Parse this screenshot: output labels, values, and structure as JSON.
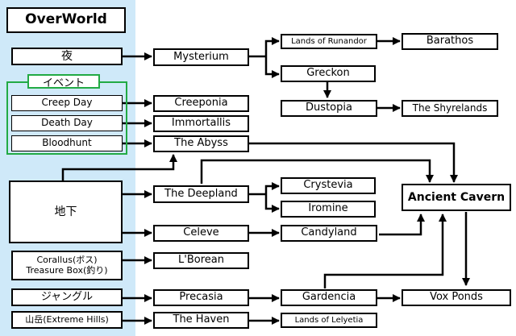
{
  "title": "OverWorld",
  "event_group": {
    "label": "イベント"
  },
  "nodes": {
    "night": "夜",
    "creep_day": "Creep Day",
    "death_day": "Death Day",
    "bloodhunt": "Bloodhunt",
    "underground": "地下",
    "corallus": "Corallus(ボス)\nTreasure Box(釣り)",
    "jungle": "ジャングル",
    "mountains": "山岳(Extreme Hills)",
    "mysterium": "Mysterium",
    "creeponia": "Creeponia",
    "immortallis": "Immortallis",
    "the_abyss": "The Abyss",
    "the_deepland": "The Deepland",
    "celeve": "Celeve",
    "l_borean": "L'Borean",
    "precasia": "Precasia",
    "the_haven": "The Haven",
    "lands_of_runandor": "Lands of Runandor",
    "greckon": "Greckon",
    "dustopia": "Dustopia",
    "crystevia": "Crystevia",
    "iromine": "Iromine",
    "candyland": "Candyland",
    "gardencia": "Gardencia",
    "lands_of_lelyetia": "Lands of Lelyetia",
    "barathos": "Barathos",
    "the_shyrelands": "The Shyrelands",
    "ancient_cavern": "Ancient Cavern",
    "vox_ponds": "Vox Ponds"
  }
}
